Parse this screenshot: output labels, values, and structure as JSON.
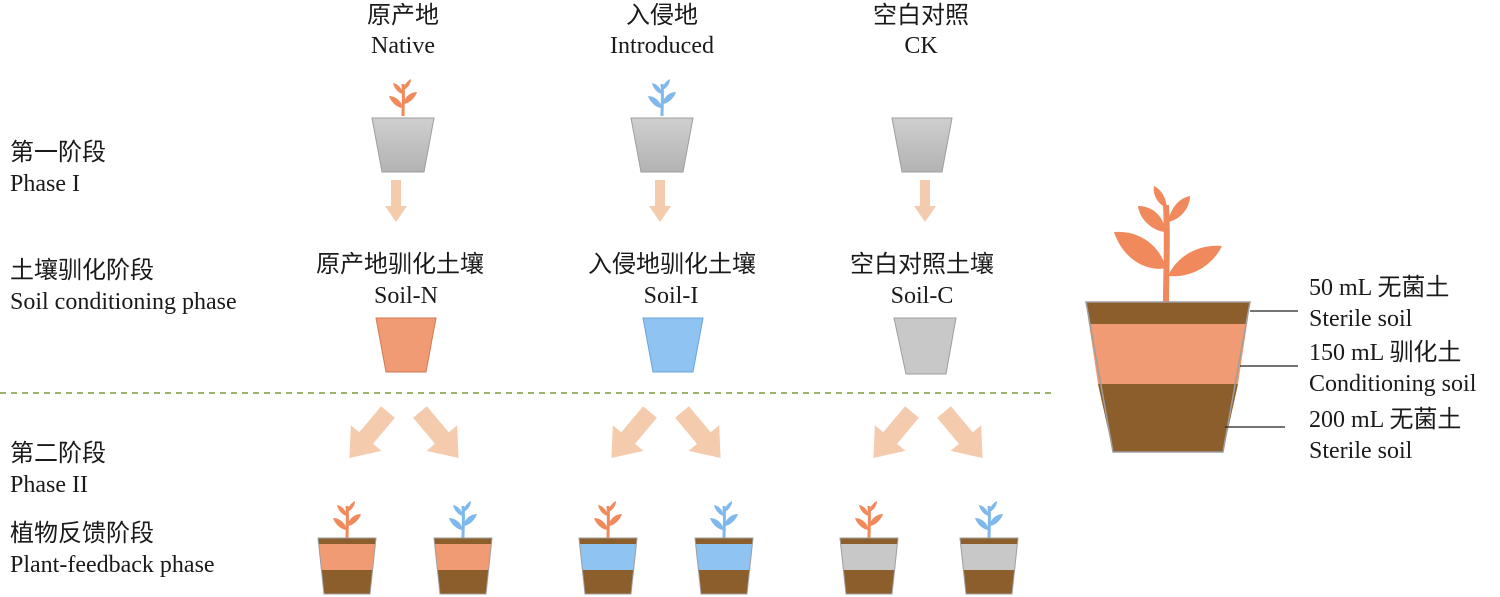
{
  "columns": [
    {
      "key": "native",
      "cn": "原产地",
      "en": "Native"
    },
    {
      "key": "introduced",
      "cn": "入侵地",
      "en": "Introduced"
    },
    {
      "key": "ck",
      "cn": "空白对照",
      "en": "CK"
    }
  ],
  "phases": {
    "phase1": {
      "cn": "第一阶段",
      "en": "Phase I"
    },
    "conditioning": {
      "cn": "土壤驯化阶段",
      "en": "Soil conditioning phase"
    },
    "phase2": {
      "cn": "第二阶段",
      "en": "Phase II"
    },
    "feedback": {
      "cn": "植物反馈阶段",
      "en": "Plant-feedback phase"
    }
  },
  "soils": [
    {
      "cn": "原产地驯化土壤",
      "en": "Soil-N",
      "color": "#F09B73"
    },
    {
      "cn": "入侵地驯化土壤",
      "en": "Soil-I",
      "color": "#8EC3F2"
    },
    {
      "cn": "空白对照土壤",
      "en": "Soil-C",
      "color": "#C8C8C8"
    }
  ],
  "legend": {
    "top": {
      "amount": "50 mL 无菌土",
      "en": "Sterile soil"
    },
    "middle": {
      "amount": "150 mL 驯化土",
      "en": "Conditioning soil"
    },
    "bottom": {
      "amount": "200 mL 无菌土",
      "en": "Sterile soil"
    }
  },
  "colors": {
    "native_plant": "#F08A5D",
    "introduced_plant": "#7FB8EA",
    "sterile_soil": "#8B5E2B",
    "grey_pot": "#BDBDBD",
    "arrow": "#F5CBAE",
    "divider": "#7A9A3A"
  }
}
